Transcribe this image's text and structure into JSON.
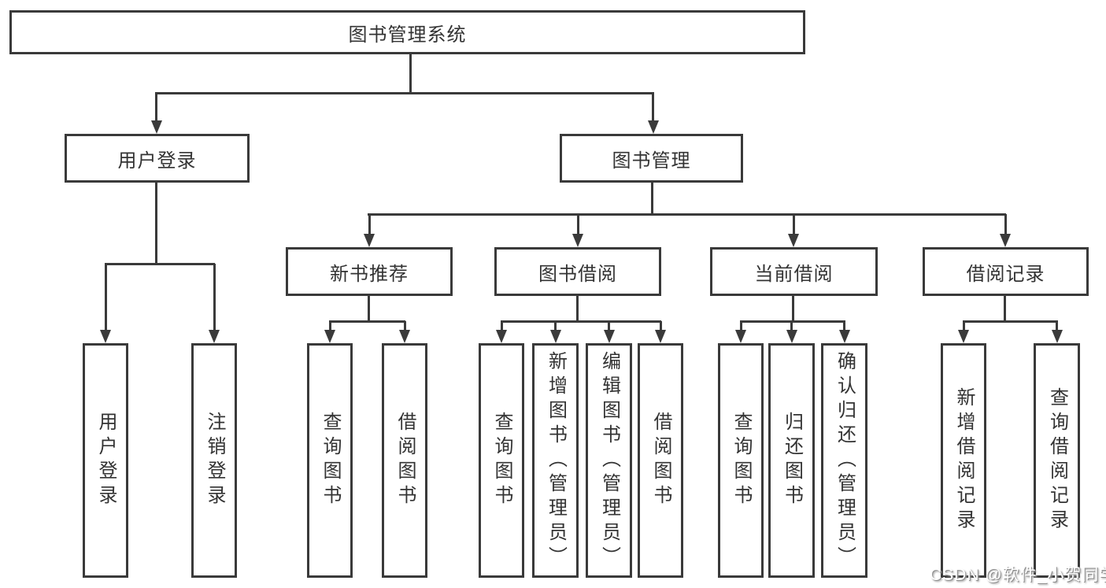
{
  "diagram": {
    "root": {
      "label": "图书管理系统"
    },
    "level2": {
      "user_login": {
        "label": "用户登录"
      },
      "book_mgmt": {
        "label": "图书管理"
      }
    },
    "level3": {
      "new_book_rec": {
        "label": "新书推荐"
      },
      "book_borrow": {
        "label": "图书借阅"
      },
      "current_borrow": {
        "label": "当前借阅"
      },
      "borrow_records": {
        "label": "借阅记录"
      }
    },
    "leaves": {
      "user_login_leaf": "用户登录",
      "logout": "注销登录",
      "query_book_rec": "查询图书",
      "borrow_book_rec": "借阅图书",
      "query_book_borrow": "查询图书",
      "add_book_admin": "新增图书（管理员）",
      "edit_book_admin": "编辑图书（管理员）",
      "borrow_book_borrow": "借阅图书",
      "query_book_current": "查询图书",
      "return_book": "归还图书",
      "confirm_return_admin": "确认归还（管理员）",
      "add_borrow_record": "新增借阅记录",
      "query_borrow_record": "查询借阅记录"
    },
    "watermark": "CSDN @软件_小贺同学",
    "colors": {
      "line": "#3a3a3a",
      "text": "#333333",
      "background": "#ffffff",
      "watermark_text": "#ffffff",
      "watermark_shadow": "#9a9a9a"
    }
  }
}
